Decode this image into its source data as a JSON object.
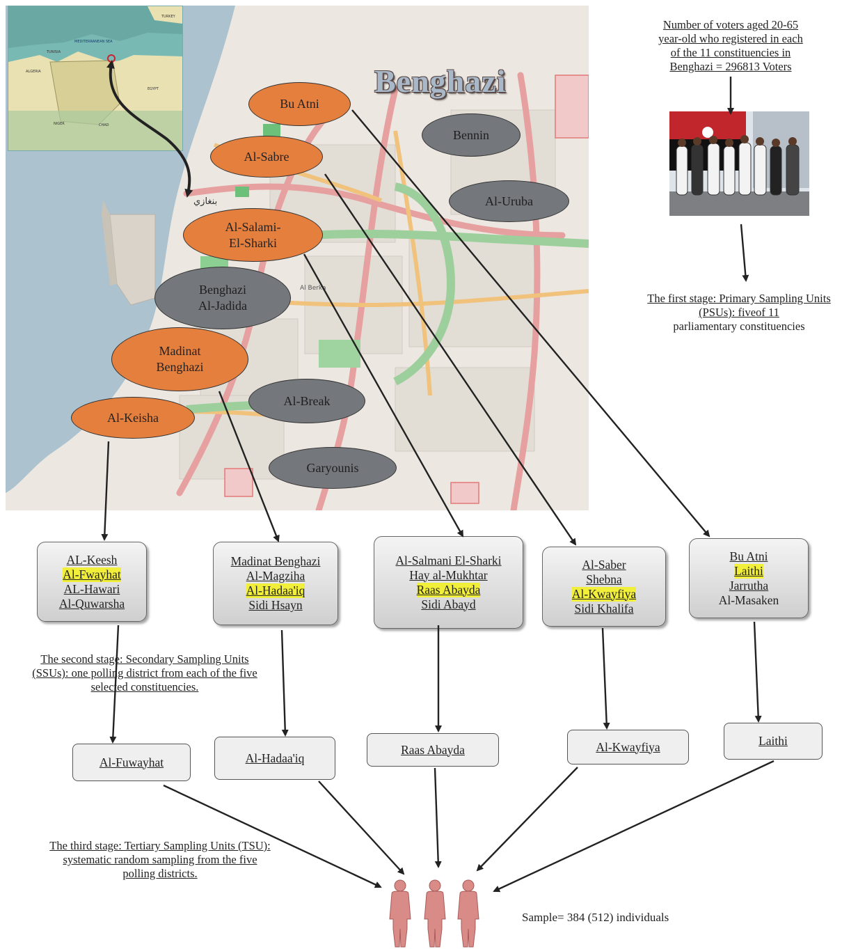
{
  "map": {
    "title": "Benghazi",
    "city_label_arabic": "بنغازي",
    "district_label": "Al Berka",
    "inset": {
      "labels": [
        "TURKEY",
        "MEDITERRANEAN SEA",
        "TUNISIA",
        "ALGERIA",
        "EGYPT",
        "NIGER",
        "CHAD"
      ]
    }
  },
  "constituencies": {
    "selected": [
      {
        "key": "bu_atni",
        "label": "Bu Atni"
      },
      {
        "key": "al_sabre",
        "label": "Al-Sabre"
      },
      {
        "key": "al_salami",
        "label": "Al-Salami-\nEl-Sharki"
      },
      {
        "key": "madinat",
        "label": "Madinat\nBenghazi"
      },
      {
        "key": "al_keisha",
        "label": "Al-Keisha"
      }
    ],
    "not_selected": [
      {
        "key": "bennin",
        "label": "Bennin"
      },
      {
        "key": "al_uruba",
        "label": "Al-Uruba"
      },
      {
        "key": "benghazi_jadida",
        "label": "Benghazi\nAl-Jadida"
      },
      {
        "key": "al_break",
        "label": "Al-Break"
      },
      {
        "key": "garyounis",
        "label": "Garyounis"
      }
    ]
  },
  "notes": {
    "voters": "Number of voters aged 20-65 year-old who registered in each of the 11 constituencies in Benghazi = 296813 Voters",
    "first_stage_underlined": "The first stage: Primary Sampling Units (PSUs): fiveof 11",
    "first_stage_rest": "parliamentary constituencies",
    "second_stage": "The second stage: Secondary Sampling Units (SSUs): one polling district from each of the five selected constituencies.",
    "third_stage": "The third stage: Tertiary Sampling Units (TSU): systematic random sampling from the five polling districts.",
    "sample": "Sample= 384 (512) individuals"
  },
  "district_boxes": [
    {
      "key": "keesh",
      "items": [
        {
          "t": "AL-Keesh"
        },
        {
          "t": "Al-Fwayhat",
          "hl": true
        },
        {
          "t": "AL-Hawari"
        },
        {
          "t": "Al-Quwarsha"
        }
      ]
    },
    {
      "key": "madinat",
      "items": [
        {
          "t": "Madinat Benghazi"
        },
        {
          "t": "Al-Magziha"
        },
        {
          "t": "Al-Hadaa'iq",
          "hl": true
        },
        {
          "t": "Sidi Hsayn"
        }
      ]
    },
    {
      "key": "salmani",
      "items": [
        {
          "t": "Al-Salmani El-Sharki"
        },
        {
          "t": "Hay al-Mukhtar"
        },
        {
          "t": "Raas Abayda",
          "hl": true
        },
        {
          "t": "Sidi Abayd"
        }
      ]
    },
    {
      "key": "saber",
      "items": [
        {
          "t": "Al-Saber"
        },
        {
          "t": "Shebna"
        },
        {
          "t": "Al-Kwayfiya",
          "hl": true
        },
        {
          "t": "Sidi Khalifa"
        }
      ]
    },
    {
      "key": "buatni",
      "items": [
        {
          "t": "Bu Atni"
        },
        {
          "t": "Laithi",
          "hl": true
        },
        {
          "t": "Jarrutha"
        },
        {
          "t": "Al-Masaken",
          "plain": true
        }
      ]
    }
  ],
  "polling_districts": [
    "Al-Fuwayhat",
    "Al-Hadaa'iq",
    "Raas Abayda",
    "Al-Kwayfiya",
    "Laithi"
  ],
  "colors": {
    "selected": "#e57f3e",
    "not_selected": "#74777c",
    "highlight": "#f2ef3a",
    "figure": "#d98b88"
  }
}
